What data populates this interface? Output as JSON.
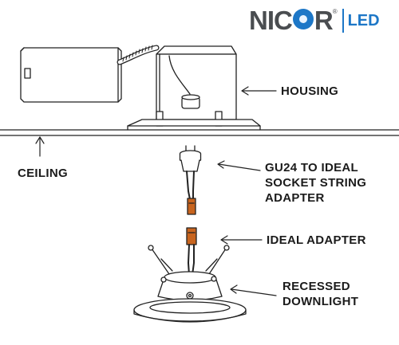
{
  "brand": {
    "name_prefix": "NIC",
    "name_suffix": "R",
    "registered": "®",
    "sub": "LED"
  },
  "labels": {
    "housing": "HOUSING",
    "ceiling": "CEILING",
    "adapter_line1": "GU24 TO IDEAL",
    "adapter_line2": "SOCKET STRING",
    "adapter_line3": "ADAPTER",
    "ideal_adapter": "IDEAL ADAPTER",
    "downlight_line1": "RECESSED",
    "downlight_line2": "DOWNLIGHT"
  },
  "colors": {
    "line": "#222222",
    "connector": "#c8641e",
    "brand_gray": "#4a4d50",
    "brand_blue": "#1d77c7"
  }
}
